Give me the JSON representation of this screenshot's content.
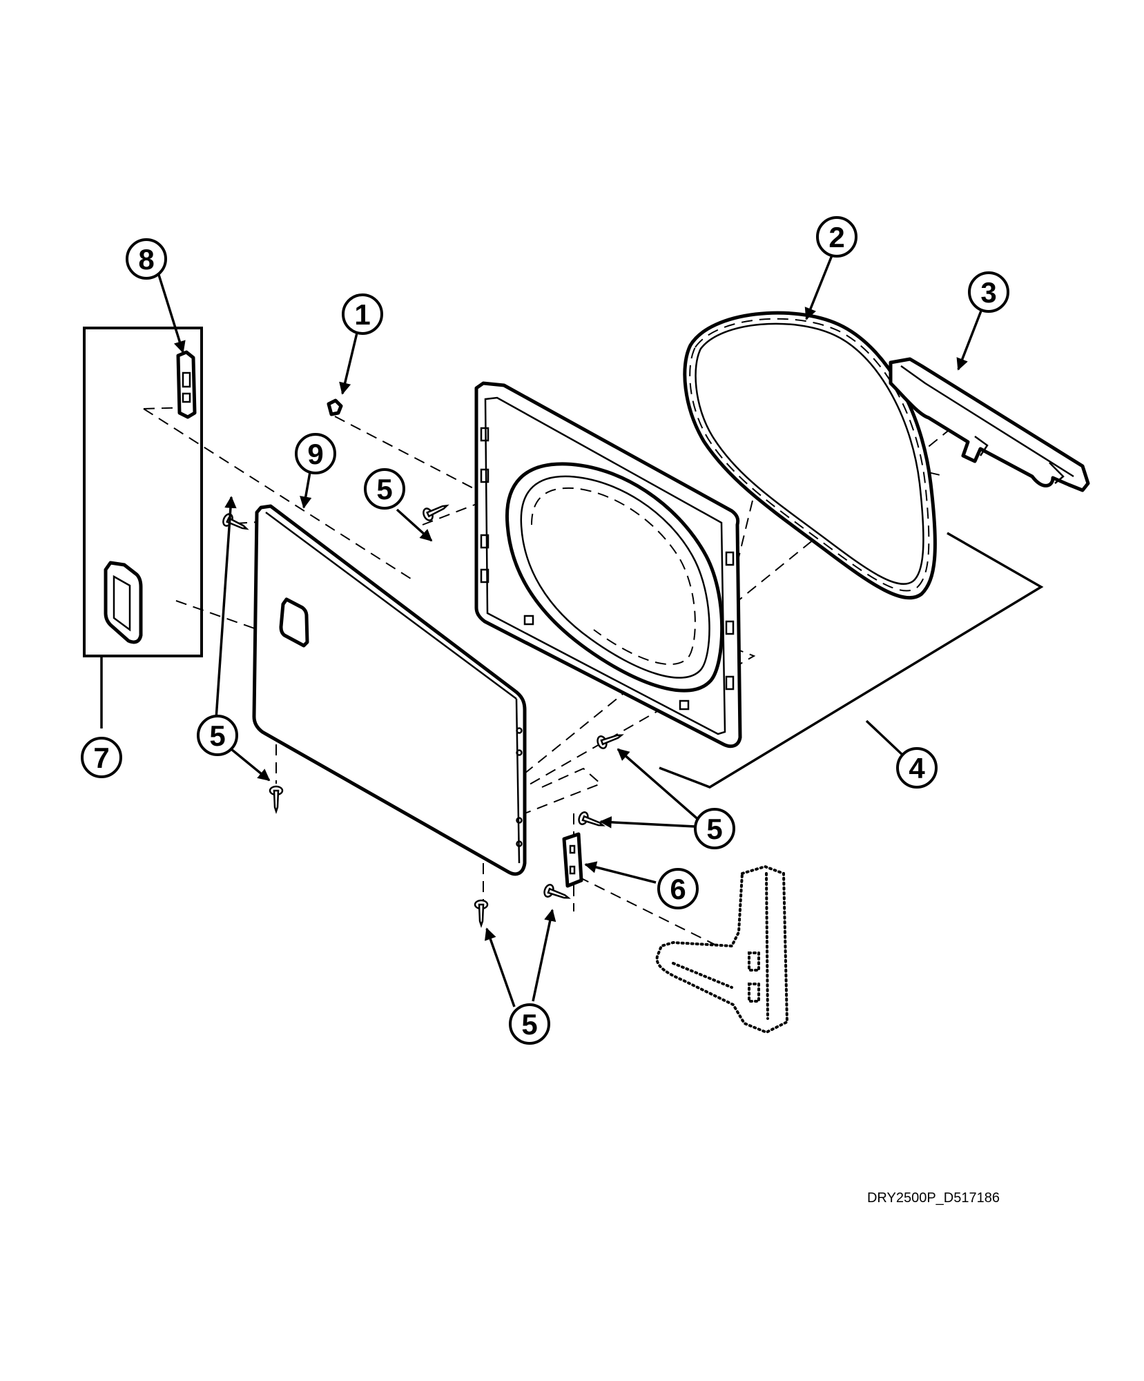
{
  "drawing_code": "DRY2500P_D517186",
  "callouts": {
    "c1": "1",
    "c2": "2",
    "c3": "3",
    "c4": "4",
    "c5a": "5",
    "c5b": "5",
    "c5c": "5",
    "c5d": "5",
    "c6": "6",
    "c7": "7",
    "c8": "8",
    "c9": "9"
  }
}
